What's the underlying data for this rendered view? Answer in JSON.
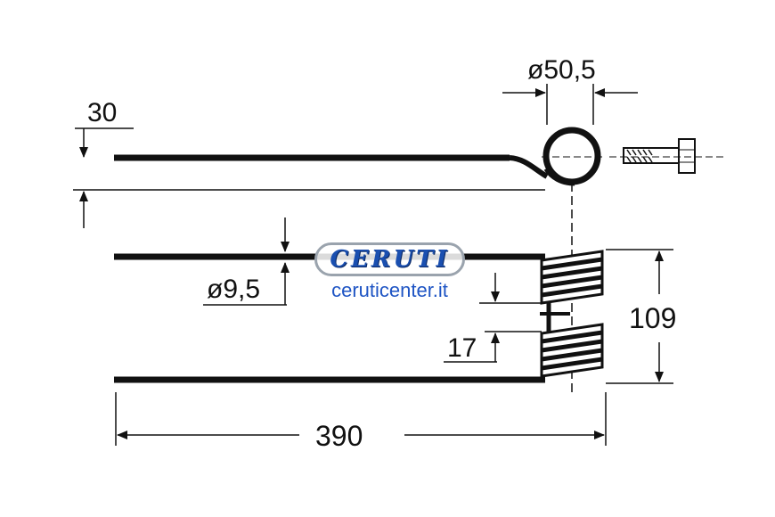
{
  "dimensions": {
    "loop_diameter": "ø50,5",
    "top_offset": "30",
    "wire_diameter": "ø9,5",
    "coil_gap": "17",
    "coil_height": "109",
    "tine_length": "390"
  },
  "watermark": {
    "logo": "CERUTI",
    "url": "ceruticenter.it"
  },
  "colors": {
    "ink": "#111111",
    "watermark_blue": "#1a4fb0"
  }
}
